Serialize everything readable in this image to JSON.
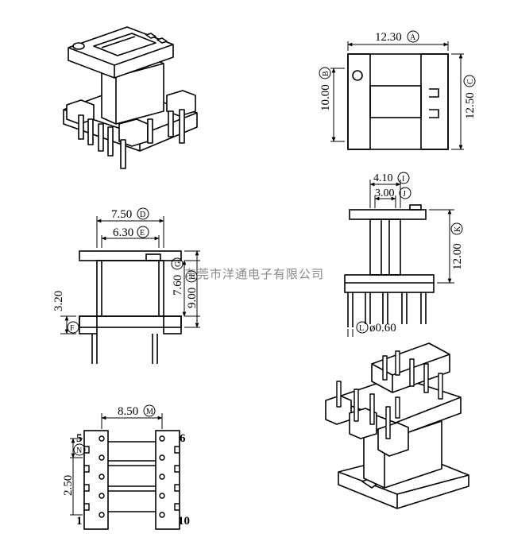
{
  "views": {
    "top_view": {
      "width_dim": "12.30",
      "width_tag": "A",
      "height_dim": "10.00",
      "height_tag": "B",
      "outer_dim": "12.50",
      "outer_tag": "C"
    },
    "side_view_right": {
      "dim1": "4.10",
      "dim1_tag": "I",
      "dim2": "3.00",
      "dim2_tag": "J",
      "height_dim": "12.00",
      "height_tag": "K",
      "pin_dia": "ø0.60",
      "pin_tag": "L"
    },
    "front_view": {
      "outer_dim": "7.50",
      "outer_tag": "D",
      "inner_dim": "6.30",
      "inner_tag": "E",
      "h1_dim": "7.60",
      "h1_tag": "G",
      "h2_dim": "9.00",
      "h2_tag": "H",
      "pin_len_dim": "3.20",
      "base_tag": "F"
    },
    "bottom_view": {
      "width_dim": "8.50",
      "width_tag": "M",
      "pitch_dim": "2.50",
      "pitch_tag": "N",
      "pin_5": "5",
      "pin_6": "6",
      "pin_1": "1",
      "pin_10": "10"
    }
  },
  "watermark": "东莞市洋通电子有限公司"
}
